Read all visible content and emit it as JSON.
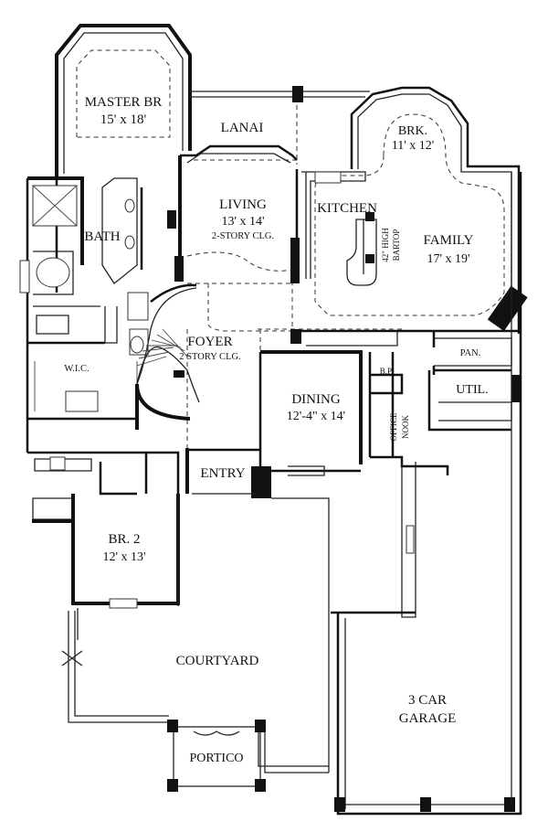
{
  "rooms": {
    "master": {
      "name": "MASTER BR",
      "size": "15' x 18'"
    },
    "lanai": {
      "name": "LANAI"
    },
    "brk": {
      "name": "BRK.",
      "size": "11' x 12'"
    },
    "living": {
      "name": "LIVING",
      "size": "13' x 14'",
      "note": "2-STORY CLG."
    },
    "kitchen": {
      "name": "KITCHEN",
      "bartop_line1": "42\" HIGH",
      "bartop_line2": "BARTOP"
    },
    "family": {
      "name": "FAMILY",
      "size": "17' x 19'"
    },
    "bath": {
      "name": "BATH"
    },
    "foyer": {
      "name": "FOYER",
      "note": "2 STORY CLG."
    },
    "wic": {
      "name": "W.I.C."
    },
    "pantry": {
      "name": "PAN."
    },
    "bp": {
      "name": "B.P."
    },
    "util": {
      "name": "UTIL."
    },
    "dining": {
      "name": "DINING",
      "size": "12'-4\" x 14'"
    },
    "office": {
      "name_line1": "OFFICE",
      "name_line2": "NOOK"
    },
    "entry": {
      "name": "ENTRY"
    },
    "br2": {
      "name": "BR. 2",
      "size": "12' x 13'"
    },
    "courtyard": {
      "name": "COURTYARD"
    },
    "garage": {
      "name_line1": "3 CAR",
      "name_line2": "GARAGE"
    },
    "portico": {
      "name": "PORTICO"
    }
  }
}
